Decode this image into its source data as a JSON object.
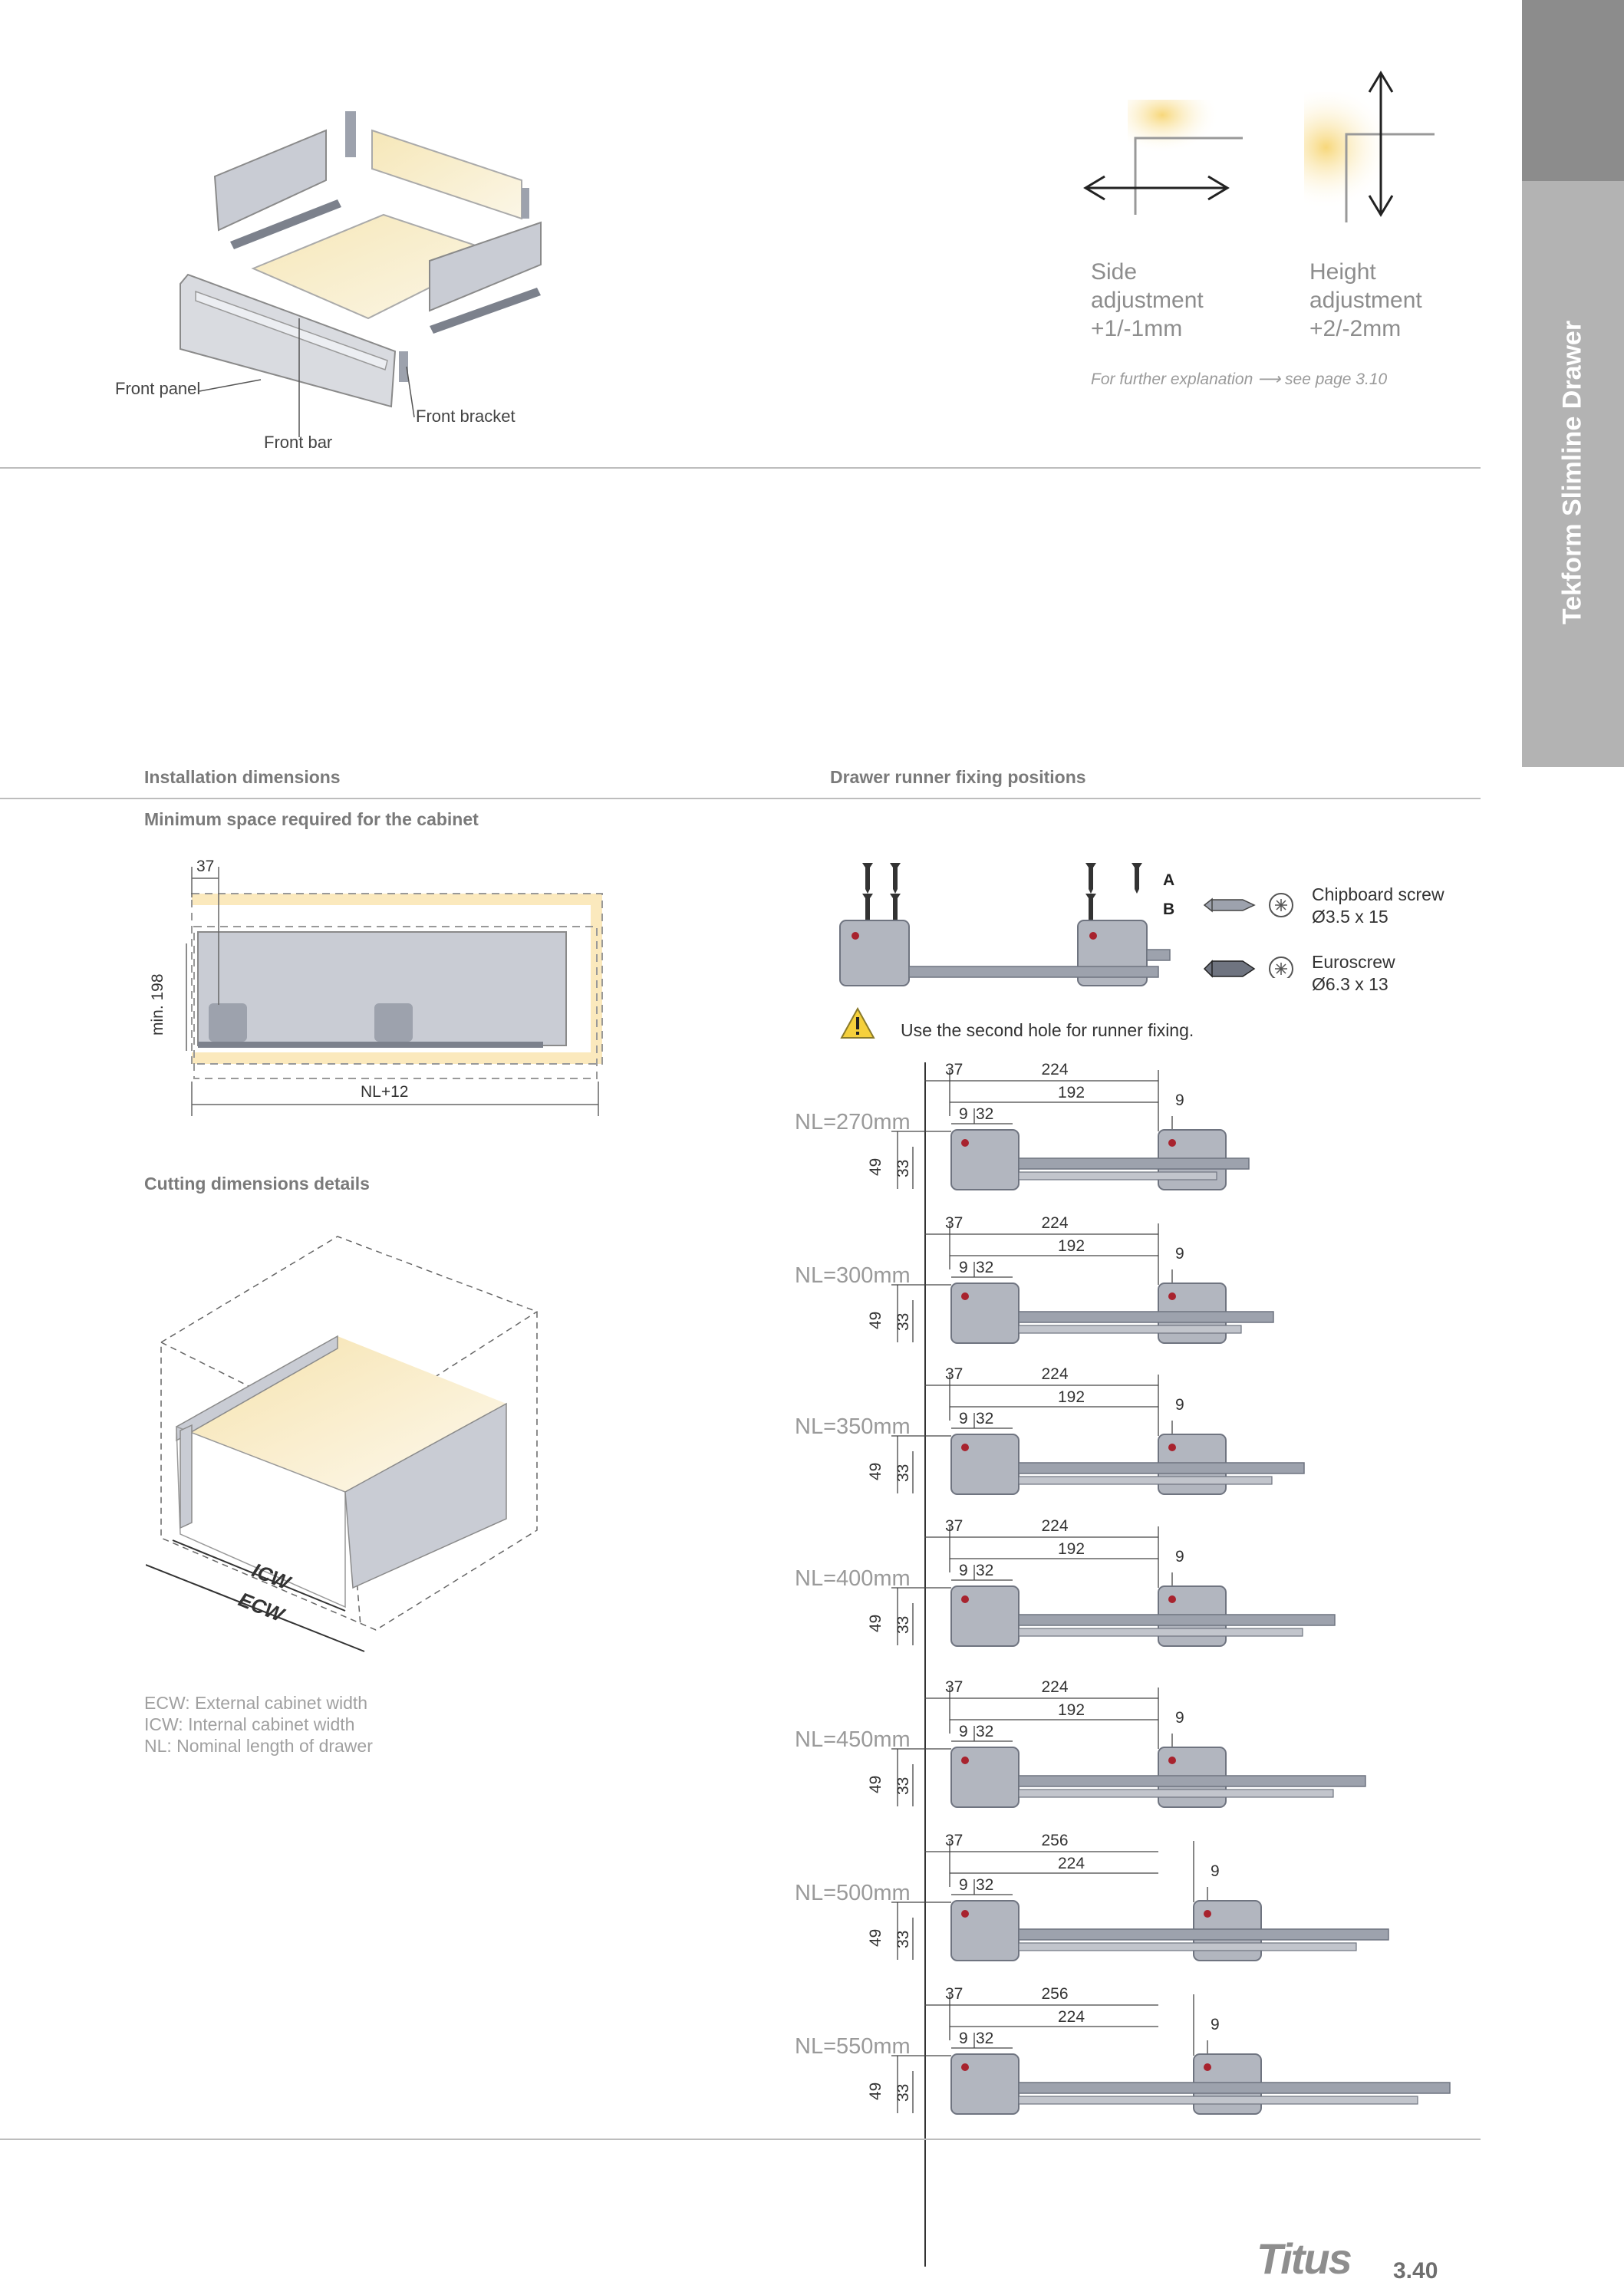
{
  "sidebar": {
    "title": "Tekform Slimline Drawer"
  },
  "exploded": {
    "front_panel": "Front panel",
    "front_bar": "Front bar",
    "front_bracket": "Front bracket"
  },
  "adjustment": {
    "side": [
      "Side",
      "adjustment",
      "+1/-1mm"
    ],
    "height": [
      "Height",
      "adjustment",
      "+2/-2mm"
    ],
    "note": "For further explanation ⟶ see page 3.10"
  },
  "sections": {
    "installation": "Installation dimensions",
    "runner_positions": "Drawer runner fixing positions",
    "min_space": "Minimum space required for the cabinet",
    "cutting": "Cutting dimensions details"
  },
  "install_dims": {
    "top": "37",
    "height": "min. 198",
    "width": "NL+12"
  },
  "cutting_dims": {
    "icw": "ICW",
    "ecw": "ECW"
  },
  "glossary": [
    "ECW: External cabinet width",
    "ICW: Internal cabinet width",
    "NL: Nominal length of drawer"
  ],
  "screws": {
    "a": "A",
    "b": "B",
    "chipboard": [
      "Chipboard screw",
      "Ø3.5 x 15"
    ],
    "euro": [
      "Euroscrew",
      "Ø6.3 x 13"
    ]
  },
  "warning": "Use the second hole for runner fixing.",
  "runners": [
    {
      "nl": "NL=270mm",
      "d1": "37",
      "d2": "224",
      "d3": "192",
      "d4": "9",
      "d5": "9",
      "d6": "32",
      "h1": "49",
      "h2": "33"
    },
    {
      "nl": "NL=300mm",
      "d1": "37",
      "d2": "224",
      "d3": "192",
      "d4": "9",
      "d5": "9",
      "d6": "32",
      "h1": "49",
      "h2": "33"
    },
    {
      "nl": "NL=350mm",
      "d1": "37",
      "d2": "224",
      "d3": "192",
      "d4": "9",
      "d5": "9",
      "d6": "32",
      "h1": "49",
      "h2": "33"
    },
    {
      "nl": "NL=400mm",
      "d1": "37",
      "d2": "224",
      "d3": "192",
      "d4": "9",
      "d5": "9",
      "d6": "32",
      "h1": "49",
      "h2": "33"
    },
    {
      "nl": "NL=450mm",
      "d1": "37",
      "d2": "224",
      "d3": "192",
      "d4": "9",
      "d5": "9",
      "d6": "32",
      "h1": "49",
      "h2": "33"
    },
    {
      "nl": "NL=500mm",
      "d1": "37",
      "d2": "256",
      "d3": "224",
      "d4": "9",
      "d5": "9",
      "d6": "32",
      "h1": "49",
      "h2": "33"
    },
    {
      "nl": "NL=550mm",
      "d1": "37",
      "d2": "256",
      "d3": "224",
      "d4": "9",
      "d5": "9",
      "d6": "32",
      "h1": "49",
      "h2": "33"
    }
  ],
  "footer": {
    "brand": "Titus",
    "page": "3.40"
  }
}
